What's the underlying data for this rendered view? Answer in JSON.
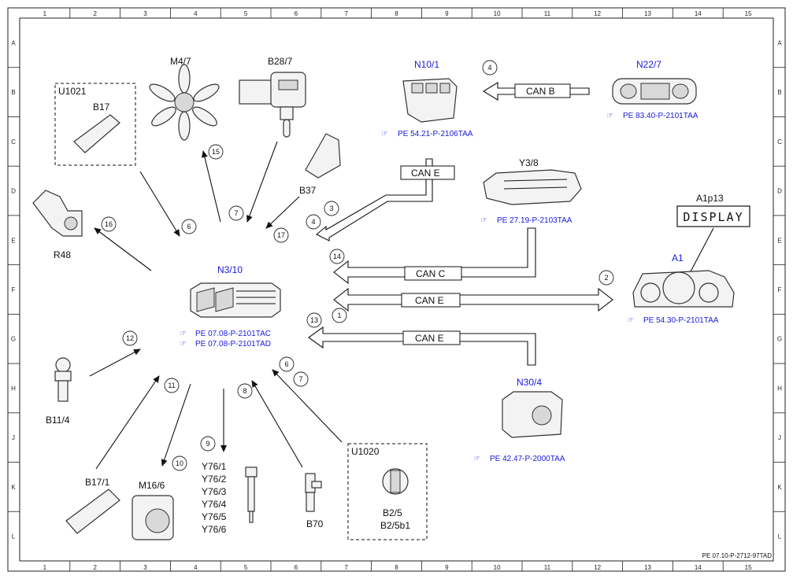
{
  "grid": {
    "columns": [
      "1",
      "2",
      "3",
      "4",
      "5",
      "6",
      "7",
      "8",
      "9",
      "10",
      "11",
      "12",
      "13",
      "14",
      "15"
    ],
    "rows": [
      "A",
      "B",
      "C",
      "D",
      "E",
      "F",
      "G",
      "H",
      "J",
      "K",
      "L"
    ]
  },
  "components": {
    "ecu": {
      "label": "N3/10",
      "refs": [
        "PE 07.08-P-2101TAC",
        "PE 07.08-P-2101TAD"
      ]
    },
    "n10_1": {
      "label": "N10/1",
      "ref": "PE 54.21-P-2106TAA"
    },
    "n22_7": {
      "label": "N22/7",
      "ref": "PE 83.40-P-2101TAA"
    },
    "y3_8": {
      "label": "Y3/8",
      "ref": "PE 27.19-P-2103TAA"
    },
    "a1p13": {
      "label": "A1p13",
      "display_text": "DISPLAY"
    },
    "a1": {
      "label": "A1",
      "ref": "PE 54.30-P-2101TAA"
    },
    "n30_4": {
      "label": "N30/4",
      "ref": "PE 42.47-P-2000TAA"
    },
    "u1021": {
      "label": "U1021",
      "sub": "B17"
    },
    "m4_7": {
      "label": "M4/7"
    },
    "b28_7": {
      "label": "B28/7"
    },
    "b37": {
      "label": "B37"
    },
    "r48": {
      "label": "R48"
    },
    "b11_4": {
      "label": "B11/4"
    },
    "b17_1": {
      "label": "B17/1"
    },
    "m16_6": {
      "label": "M16/6"
    },
    "y76": {
      "labels": [
        "Y76/1",
        "Y76/2",
        "Y76/3",
        "Y76/4",
        "Y76/5",
        "Y76/6"
      ]
    },
    "b70": {
      "label": "B70"
    },
    "u1020": {
      "label": "U1020",
      "subs": [
        "B2/5",
        "B2/5b1"
      ]
    }
  },
  "buses": {
    "can_b": "CAN B",
    "can_e_top": "CAN E",
    "can_c": "CAN C",
    "can_e_mid": "CAN E",
    "can_e_low": "CAN E"
  },
  "signal_numbers": [
    "1",
    "2",
    "3",
    "4",
    "4",
    "6",
    "6",
    "7",
    "7",
    "8",
    "9",
    "10",
    "11",
    "12",
    "13",
    "14",
    "15",
    "16",
    "17"
  ],
  "footer": {
    "doc_ref": "PE 07.10-P-2712-97TAD"
  }
}
